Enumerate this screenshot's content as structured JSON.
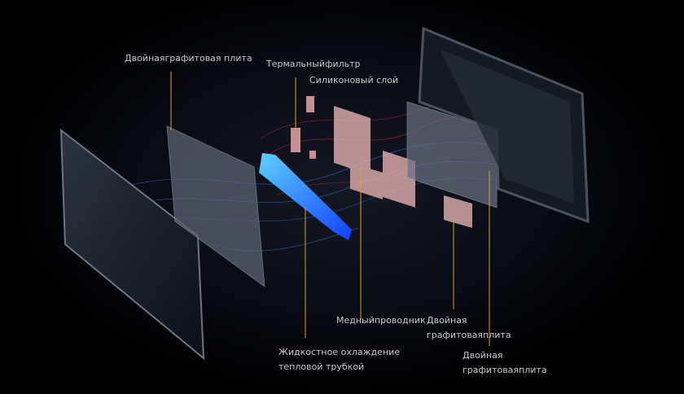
{
  "labels": {
    "dual_graphite_top": "Двойнаяграфитовая плита",
    "thermal_filter": "Термальныйфильтр",
    "silicone_layer": "Силиконовый слой",
    "copper_conductor": "Медныйпроводник",
    "dual_graphite_mid_line1": "Двойная",
    "dual_graphite_mid_line2": "графитоваяплита",
    "liquid_cooling_line1": "Жидкостное охлаждение",
    "liquid_cooling_line2": "тепловой трубкой",
    "dual_graphite_right_line1": "Двойная",
    "dual_graphite_right_line2": "графитоваяплита"
  },
  "colors": {
    "leader_line": "#e0a030",
    "heat_red": "#e0202a",
    "cool_blue": "#2a7dff",
    "label_text": "#c9c9cf"
  }
}
